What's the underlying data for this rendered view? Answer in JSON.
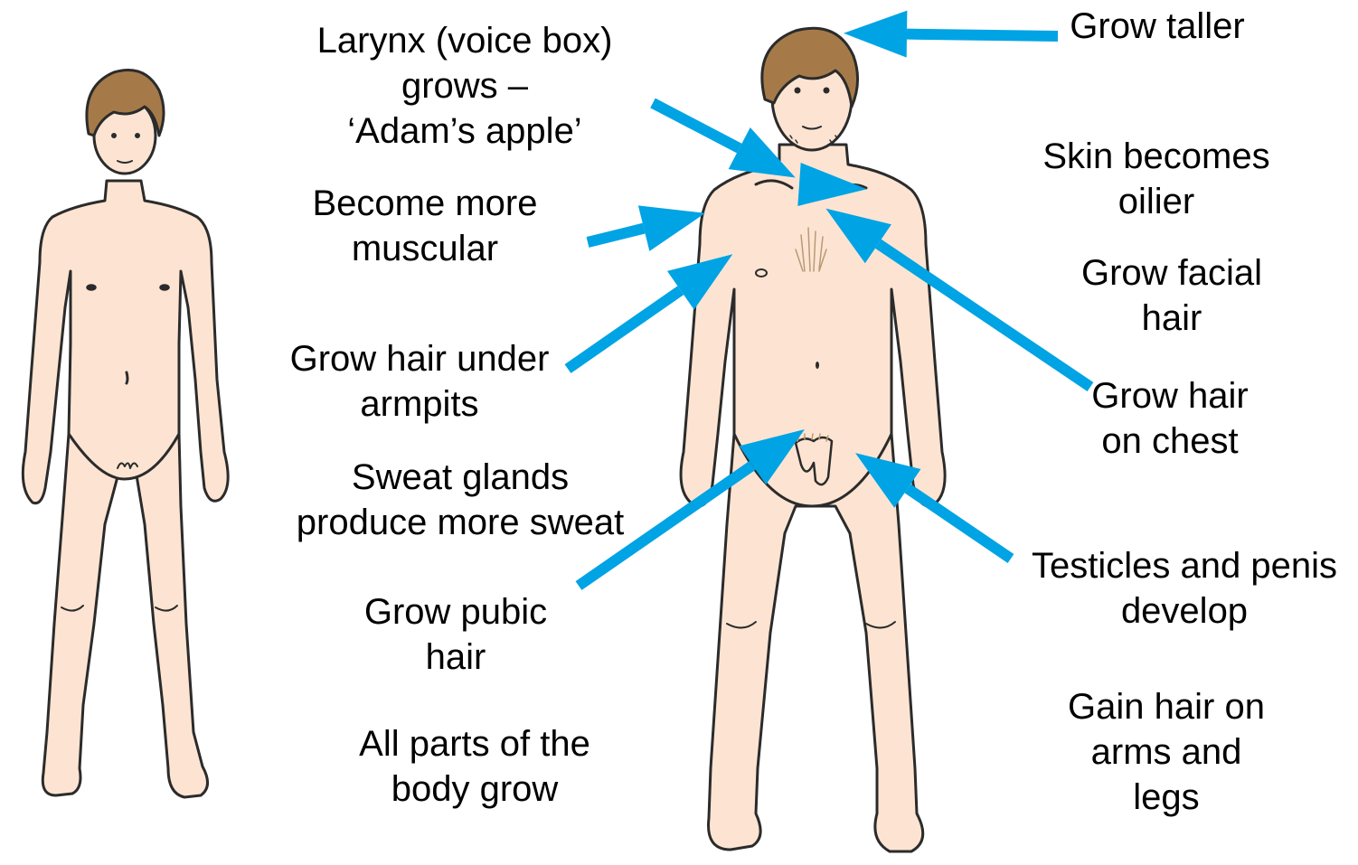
{
  "colors": {
    "background": "#ffffff",
    "skin": "#fde4d2",
    "outline": "#2b2b2b",
    "hair": "#a67a48",
    "arrow": "#00a3e4"
  },
  "figures": {
    "boy": "boy-figure",
    "man": "man-figure"
  },
  "labels": {
    "larynx": [
      "Larynx (voice box)",
      "grows –",
      "‘Adam’s apple’"
    ],
    "muscular": [
      "Become more",
      "muscular"
    ],
    "armpit_hair": [
      "Grow hair under",
      "armpits"
    ],
    "sweat": [
      "Sweat glands",
      "produce more sweat"
    ],
    "pubic_hair": [
      "Grow pubic",
      "hair"
    ],
    "body_grows": [
      "All parts of the",
      "body grow"
    ],
    "taller": [
      "Grow taller"
    ],
    "oilier_skin": [
      "Skin becomes",
      "oilier"
    ],
    "facial_hair": [
      "Grow facial",
      "hair"
    ],
    "chest_hair": [
      "Grow hair",
      "on chest"
    ],
    "genitals": [
      "Testicles and penis",
      "develop"
    ],
    "limb_hair": [
      "Gain hair on",
      "arms and",
      "legs"
    ]
  }
}
